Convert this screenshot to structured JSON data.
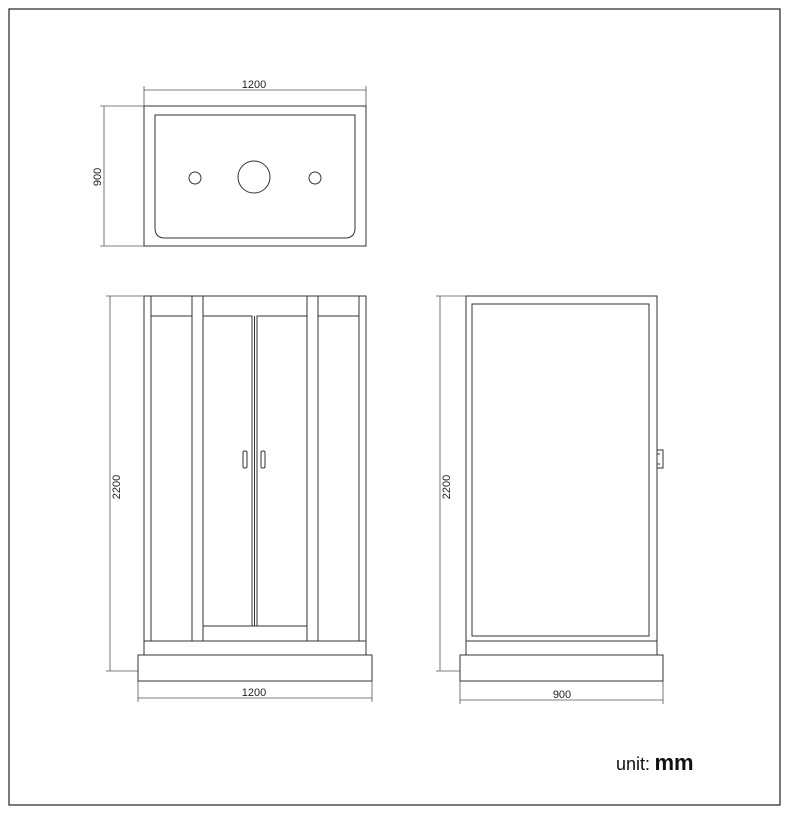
{
  "top_view": {
    "width": "1200",
    "depth": "900"
  },
  "front_view": {
    "height": "2200",
    "width": "1200"
  },
  "side_view": {
    "height": "2200",
    "depth": "900"
  },
  "unit": {
    "label": "unit",
    "separator": ":",
    "value": "mm"
  },
  "colors": {
    "stroke": "#333333",
    "background": "#ffffff"
  }
}
